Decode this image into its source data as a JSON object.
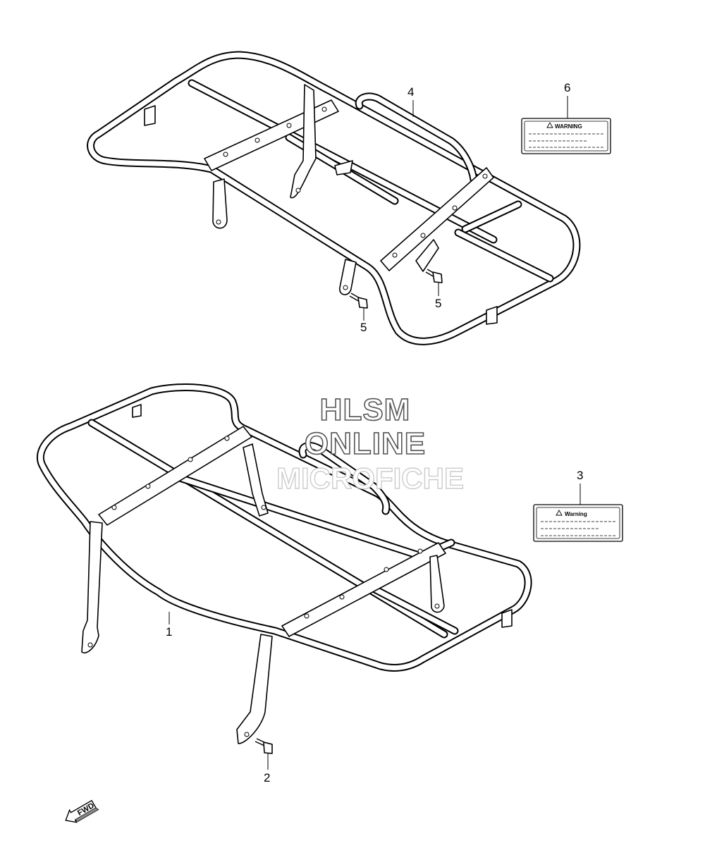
{
  "watermark": {
    "line1": "HLSM",
    "line2": "ONLINE",
    "line3": "MICROFICHE"
  },
  "callouts": {
    "p1": "1",
    "p2": "2",
    "p3": "3",
    "p4": "4",
    "p5a": "5",
    "p5b": "5",
    "p6": "6"
  },
  "labels": {
    "warning_top": "WARNING",
    "warning_bottom": "Warning"
  },
  "fwd_label": "FWD",
  "colors": {
    "line": "#000000",
    "background": "#ffffff",
    "watermark_outline": "#555555"
  }
}
